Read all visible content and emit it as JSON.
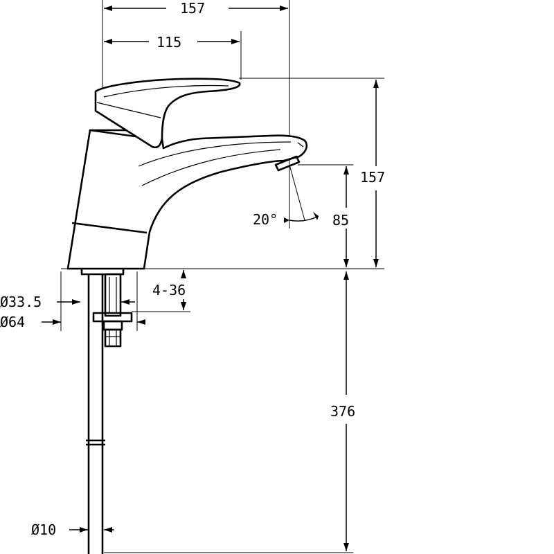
{
  "dimensions": {
    "overall_width": "157",
    "handle_reach": "115",
    "overall_height": "157",
    "spout_height": "85",
    "spout_angle": "20°",
    "mounting_thickness": "4-36",
    "hole_diameter": "Ø33.5",
    "base_diameter": "Ø64",
    "hose_length": "376",
    "hose_diameter": "Ø10"
  }
}
